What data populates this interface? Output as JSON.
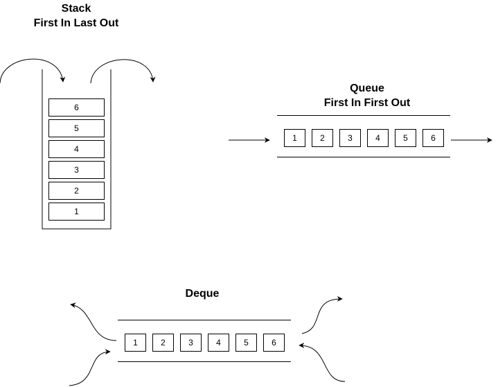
{
  "stack": {
    "title_line1": "Stack",
    "title_line2": "First In Last Out",
    "items": [
      "6",
      "5",
      "4",
      "3",
      "2",
      "1"
    ]
  },
  "queue": {
    "title_line1": "Queue",
    "title_line2": "First In First Out",
    "items": [
      "1",
      "2",
      "3",
      "4",
      "5",
      "6"
    ]
  },
  "deque": {
    "title": "Deque",
    "items": [
      "1",
      "2",
      "3",
      "4",
      "5",
      "6"
    ]
  },
  "colors": {
    "stroke": "#000000",
    "background": "#ffffff"
  }
}
